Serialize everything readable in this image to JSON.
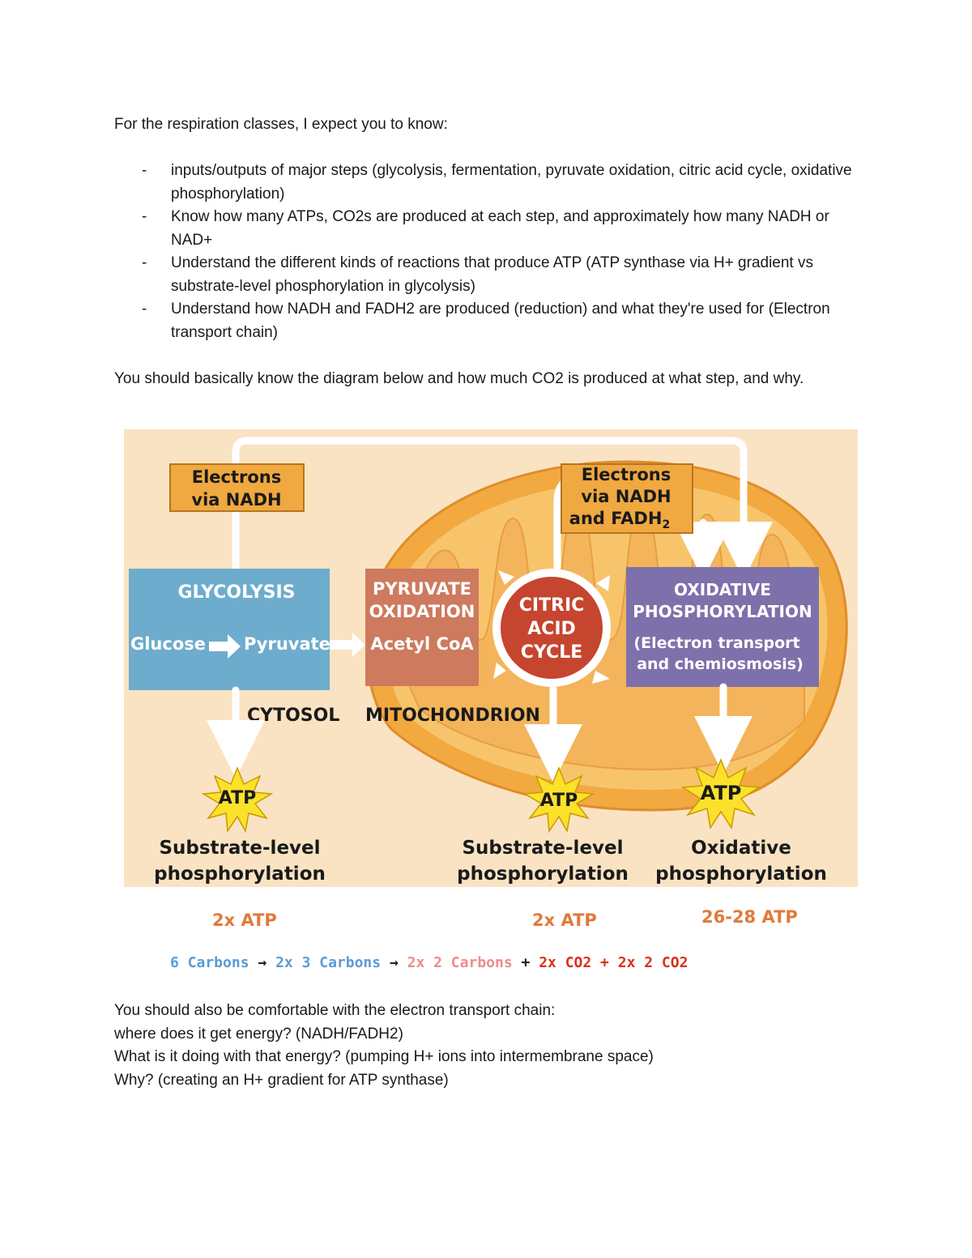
{
  "intro": "For the respiration classes, I expect you to know:",
  "requirements": [
    {
      "dash": "-",
      "text": "inputs/outputs of major steps (glycolysis, fermentation, pyruvate oxidation, citric acid cycle, oxidative phosphorylation)"
    },
    {
      "dash": "-",
      "text": "Know how many ATPs, CO2s are produced at each step, and approximately how many NADH or NAD+"
    },
    {
      "dash": "-",
      "text": "Understand the different kinds of reactions that produce ATP (ATP synthase via H+ gradient vs substrate-level phosphorylation in glycolysis)"
    },
    {
      "dash": "-",
      "text": "Understand how NADH and FADH2 are produced (reduction) and what they're used for (Electron transport chain)"
    }
  ],
  "diagram_intro": "You should basically know the diagram below and how much CO2 is produced at what step, and why.",
  "diagram": {
    "electrons_nadh": [
      "Electrons",
      "via NADH"
    ],
    "electrons_nadh_fadh": [
      "Electrons",
      "via NADH",
      "and FADH"
    ],
    "fadh_subscript": "2",
    "glycolysis": {
      "title": "GLYCOLYSIS",
      "from": "Glucose",
      "to": "Pyruvate"
    },
    "pyruvate_oxidation": {
      "title": [
        "PYRUVATE",
        "OXIDATION"
      ],
      "product": "Acetyl CoA"
    },
    "citric_acid_cycle": [
      "CITRIC",
      "ACID",
      "CYCLE"
    ],
    "oxidative_phosphorylation": {
      "title": [
        "OXIDATIVE",
        "PHOSPHORYLATION"
      ],
      "detail": [
        "(Electron transport",
        "and chemiosmosis)"
      ]
    },
    "cytosol": "CYTOSOL",
    "mitochondrion": "MITOCHONDRION",
    "atp_label": "ATP",
    "outputs": [
      [
        "Substrate-level",
        "phosphorylation"
      ],
      [
        "Substrate-level",
        "phosphorylation"
      ],
      [
        "Oxidative",
        "phosphorylation"
      ]
    ],
    "colors": {
      "background": "#fae3c3",
      "mitochondrion_outer": "#f2a93f",
      "mitochondrion_inner": "#f7c46c",
      "glycolysis_box": "#6eaccd",
      "pyruvate_box": "#cd7a5e",
      "citric_cycle": "#c6452f",
      "oxphos_box": "#7e71ab",
      "electron_box": "#f0a840",
      "atp_star": "#fbe12a"
    }
  },
  "atp_counts": [
    "2x ATP",
    "2x ATP",
    "26-28 ATP"
  ],
  "carbon_flow": {
    "c6": "6 Carbons",
    "arrow1": " → ",
    "c3": "2x 3 Carbons",
    "arrow2": " → ",
    "c2": "2x 2 Carbons",
    "plus1": " + ",
    "co2a": "2x CO2",
    "plus2": " + ",
    "co2b": "2x 2 CO2"
  },
  "outro": [
    "You should also be comfortable with the electron transport chain:",
    "where does it get energy? (NADH/FADH2)",
    "What is it doing with that energy? (pumping H+ ions into intermembrane space)",
    "Why? (creating an H+ gradient for ATP synthase)"
  ]
}
